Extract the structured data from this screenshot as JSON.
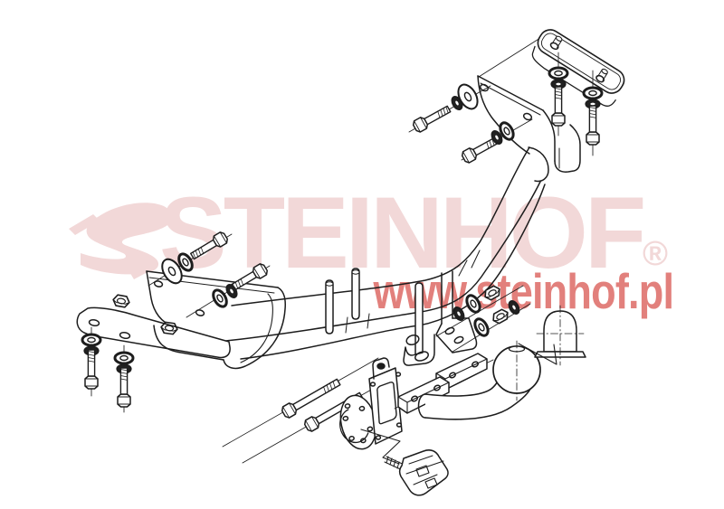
{
  "watermark": {
    "brand": "STEINHOF",
    "registered_mark": "®",
    "website": "www.steinhof.pl",
    "brand_color": "#f2d8d8",
    "website_color": "#e2807c"
  },
  "diagram": {
    "background_color": "#ffffff",
    "line_color": "#1d1d1d",
    "type": "exploded-assembly-drawing",
    "subject": "vehicle towbar with fitting hardware",
    "parts": [
      {
        "name": "cross-beam",
        "label": "Main cross member"
      },
      {
        "name": "left-bracket",
        "label": "Left mounting bracket"
      },
      {
        "name": "right-bracket",
        "label": "Right mounting bracket"
      },
      {
        "name": "upper-mount-plate",
        "label": "Upper mounting plate"
      },
      {
        "name": "ball-bracket-yoke",
        "label": "Ball support bracket"
      },
      {
        "name": "spacer-blocks",
        "label": "Spacer blocks"
      },
      {
        "name": "ball-mount-plate",
        "label": "Ball mounting backplate"
      },
      {
        "name": "socket-flange-plate",
        "label": "Socket mounting flange"
      },
      {
        "name": "towball",
        "label": "Swan-neck tow ball"
      },
      {
        "name": "ball-cover",
        "label": "Tow ball cover cap"
      },
      {
        "name": "electrical-socket",
        "label": "Trailer electrical socket"
      },
      {
        "name": "bolts-washers-nuts",
        "label": "Fixing bolts, washers and nuts"
      }
    ]
  }
}
